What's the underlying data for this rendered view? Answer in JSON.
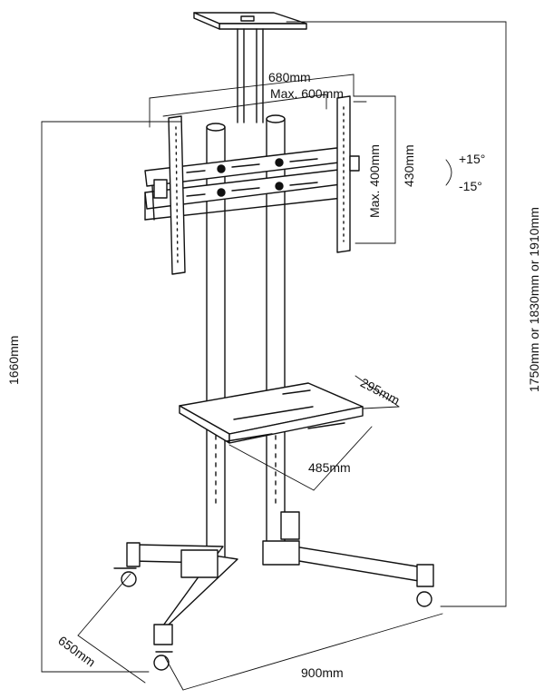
{
  "dimensions": {
    "top_width": "680mm",
    "top_width_max": "Max. 600mm",
    "vesa_height_max": "Max. 400mm",
    "bracket_height": "430mm",
    "tilt_up": "+15°",
    "tilt_down": "-15°",
    "total_height_options": "1750mm or 1830mm or 1910mm",
    "pole_height": "1660mm",
    "shelf_depth": "295mm",
    "shelf_width": "485mm",
    "base_depth": "650mm",
    "base_width": "900mm"
  }
}
